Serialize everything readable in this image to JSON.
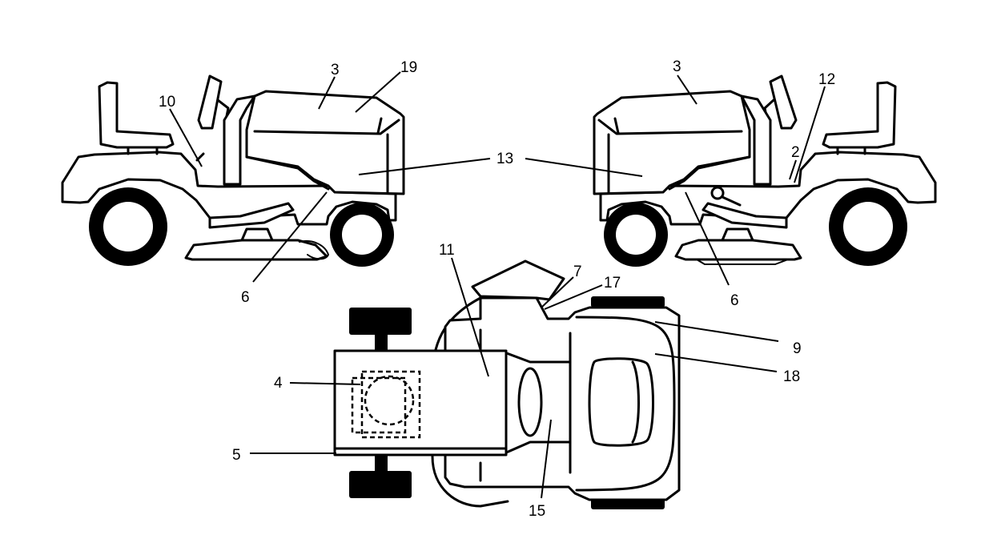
{
  "callouts": {
    "left_3": "3",
    "left_19": "19",
    "left_10": "10",
    "left_6": "6",
    "center_13": "13",
    "right_3": "3",
    "right_12": "12",
    "right_2": "2",
    "right_6": "6",
    "top_11": "11",
    "top_7": "7",
    "top_17": "17",
    "top_9": "9",
    "top_18": "18",
    "top_4": "4",
    "top_5": "5",
    "top_15": "15"
  }
}
